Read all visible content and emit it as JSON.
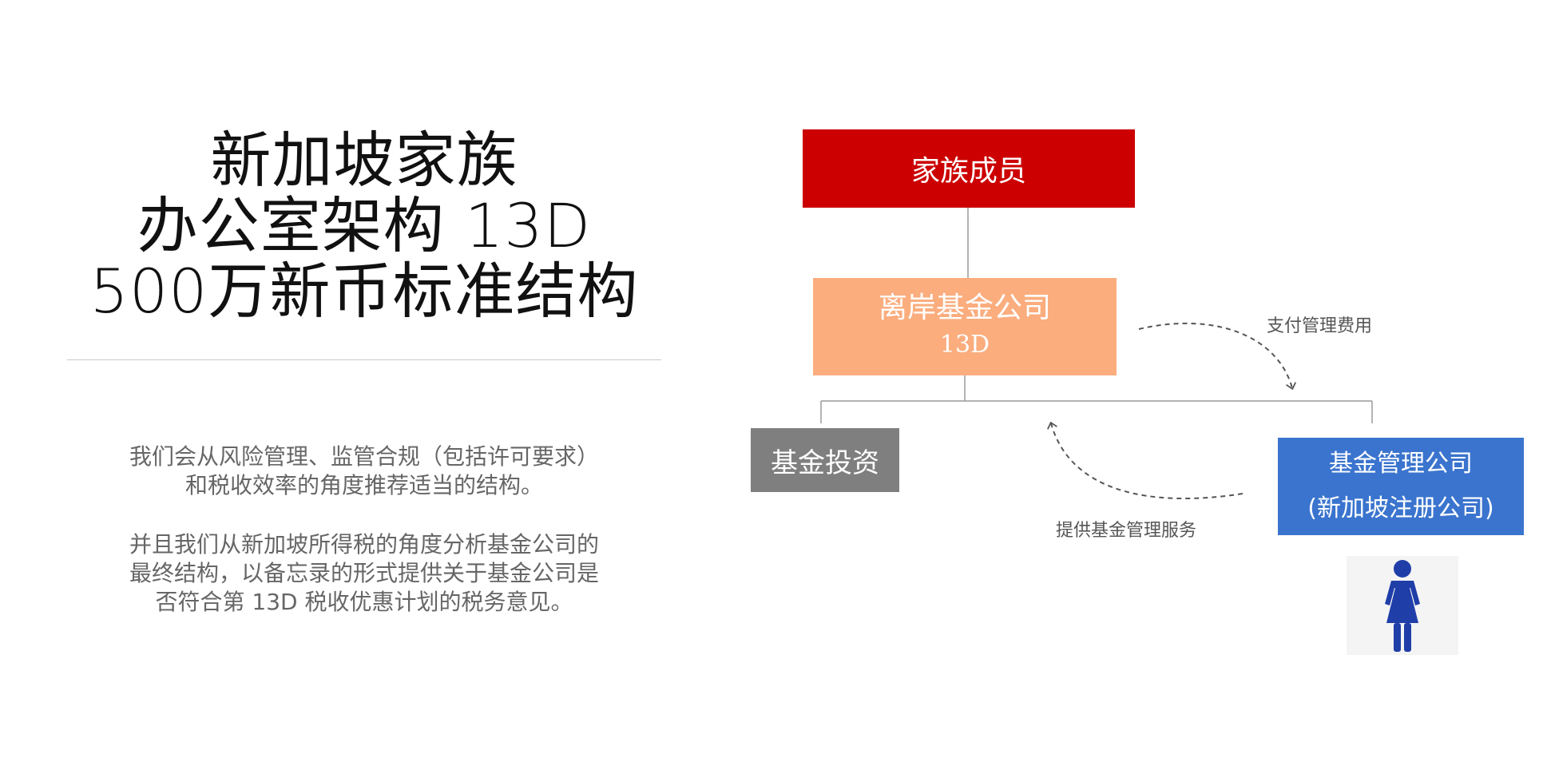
{
  "title": {
    "line1": "新加坡家族",
    "line2": "办公室架构 13D",
    "line3": "500万新币标准结构"
  },
  "description": {
    "para1": [
      "我们会从风险管理、监管合规（包括许可要求）",
      "和税收效率的角度推荐适当的结构。"
    ],
    "para2": [
      "并且我们从新加坡所得税的角度分析基金公司的",
      "最终结构，以备忘录的形式提供关于基金公司是",
      "否符合第 13D 税收优惠计划的税务意见。"
    ]
  },
  "diagram": {
    "family_members": "家族成员",
    "offshore_fund": {
      "line1": "离岸基金公司",
      "line2": "13D"
    },
    "fund_investment": "基金投资",
    "management_company": {
      "line1": "基金管理公司",
      "line2": "(新加坡注册公司)"
    },
    "label_pay_fees": "支付管理费用",
    "label_provide_services": "提供基金管理服务",
    "person_icon": "person-icon",
    "colors": {
      "family_box": "#cc0000",
      "offshore_box": "#fbad7e",
      "investment_box": "#7f7f7f",
      "management_box": "#3a74ce",
      "person_icon": "#1f3ea8"
    }
  }
}
